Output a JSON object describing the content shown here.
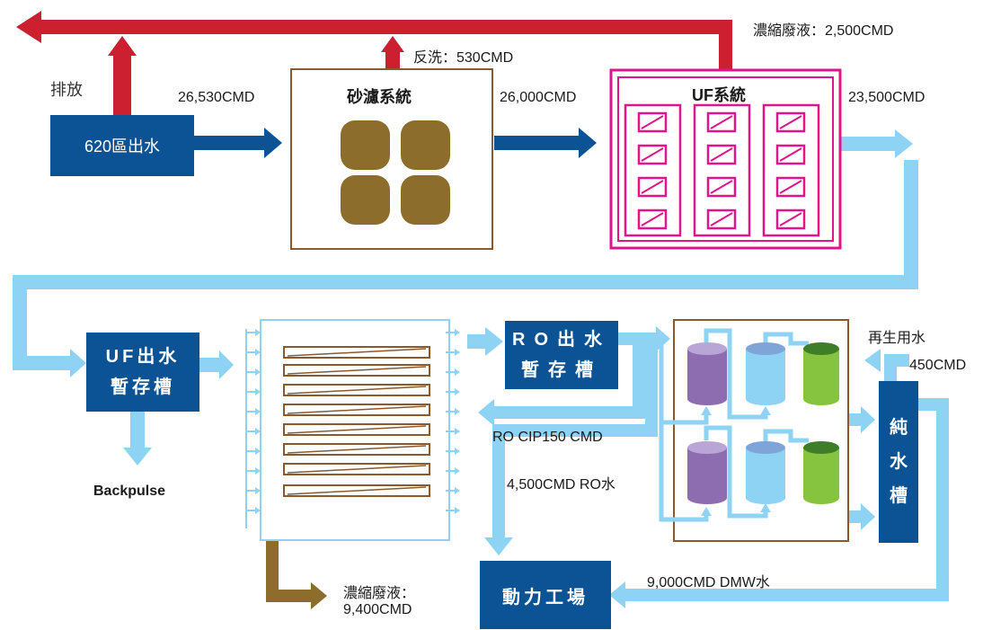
{
  "flows": {
    "concentrate_top": "濃縮廢液：2,500CMD",
    "discharge": "排放",
    "backwash": "反洗：530CMD",
    "f_26530": "26,530CMD",
    "f_26000": "26,000CMD",
    "f_23500": "23,500CMD",
    "regen": "再生用水",
    "f_450": "450CMD",
    "ro_cip": "RO CIP150 CMD",
    "ro_water": "4,500CMD RO水",
    "dmw": "9,000CMD DMW水",
    "concentrate_bottom_1": "濃縮廢液：",
    "concentrate_bottom_2": "9,400CMD",
    "backpulse": "Backpulse"
  },
  "boxes": {
    "source": "620區出水",
    "sand": "砂濾系統",
    "uf": "UF系統",
    "uf_tank_1": "UF出水",
    "uf_tank_2": "暫存槽",
    "ro_tank_1": "RO出水",
    "ro_tank_2": "暫存槽",
    "pure_1": "純",
    "pure_2": "水",
    "pure_3": "槽",
    "power": "動力工場"
  },
  "colors": {
    "waste_red": "#cc1f2f",
    "main_blue": "#0b5394",
    "light_blue": "#8fd3f4",
    "uf_magenta": "#e0148c",
    "sand_brown": "#8c6d2c",
    "frame_brown": "#8a5a2e",
    "tank_purple": "#8e6cb0",
    "tank_blue": "#8fd3f4",
    "tank_green": "#86c440"
  }
}
